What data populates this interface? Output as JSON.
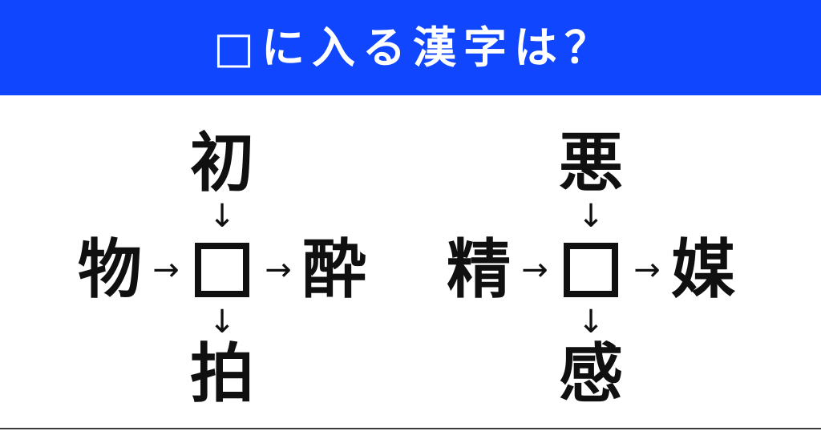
{
  "header": {
    "title": "□に入る漢字は？",
    "background_color": "#1046fe",
    "text_color": "#ffffff"
  },
  "puzzle": {
    "answer_box_glyph": "□",
    "arrow_right_glyph": "→",
    "arrow_down_glyph": "↓",
    "ink_color": "#101010",
    "groups": [
      {
        "id": "left",
        "top": "初",
        "left": "物",
        "right": "酔",
        "bottom": "拍",
        "center": ""
      },
      {
        "id": "right",
        "top": "悪",
        "left": "精",
        "right": "媒",
        "bottom": "感",
        "center": ""
      }
    ]
  }
}
